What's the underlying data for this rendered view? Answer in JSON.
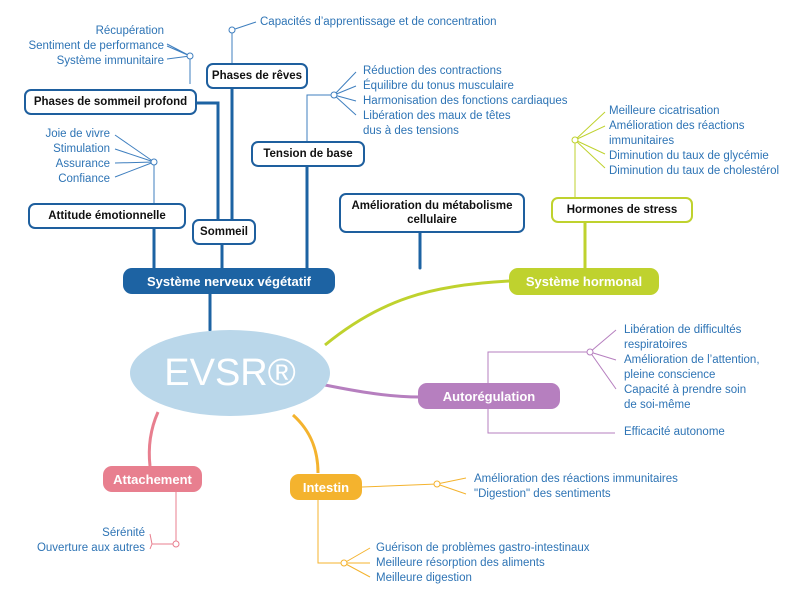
{
  "center": "EVSR®",
  "colors": {
    "blue": "#1d63a3",
    "center": "#bad7ea",
    "lime": "#bfd22e",
    "purple": "#b67fbf",
    "orange": "#f4b32e",
    "pink": "#e87f8f"
  },
  "branches": {
    "snv": "Système nerveux végétatif",
    "hormonal": "Système hormonal",
    "autoregulation": "Autorégulation",
    "intestin": "Intestin",
    "attachement": "Attachement"
  },
  "sub": {
    "phases_reves": "Phases de rêves",
    "phases_profond": "Phases de sommeil profond",
    "attitude": "Attitude émotionnelle",
    "sommeil": "Sommeil",
    "tension": "Tension de base",
    "metabolisme": "Amélioration du métabolisme cellulaire",
    "stress": "Hormones de stress"
  },
  "leaves": {
    "capacites": "Capacités d’apprentissage et de concentration",
    "recup": [
      "Récupération",
      "Sentiment de performance",
      "Système immunitaire"
    ],
    "tension": [
      "Réduction des contractions",
      "Équilibre du tonus musculaire",
      "Harmonisation des fonctions cardiaques",
      "Libération des maux de têtes",
      "dus à des tensions"
    ],
    "attitude": [
      "Joie de vivre",
      "Stimulation",
      "Assurance",
      "Confiance"
    ],
    "stress": [
      "Meilleure cicatrisation",
      "Amélioration des réactions",
      "immunitaires",
      "Diminution du taux de glycémie",
      "Diminution du taux de cholestérol"
    ],
    "autoreg": [
      "Libération de difficultés",
      "respiratoires",
      "Amélioration de l’attention,",
      "pleine conscience",
      "Capacité à prendre soin",
      "de soi-même"
    ],
    "efficacite": "Efficacité autonome",
    "intestin1": [
      "Amélioration des réactions immunitaires",
      "\"Digestion\" des sentiments"
    ],
    "intestin2": [
      "Guérison de problèmes gastro-intestinaux",
      "Meilleure résorption des aliments",
      "Meilleure digestion"
    ],
    "attach": [
      "Sérénité",
      "Ouverture aux autres"
    ]
  }
}
